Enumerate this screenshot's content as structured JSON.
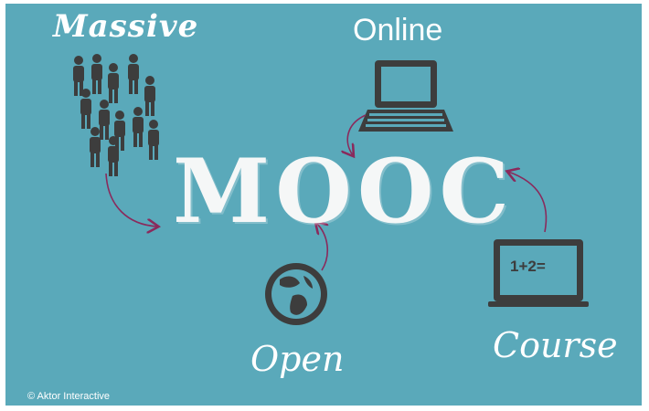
{
  "labels": {
    "massive": "Massive",
    "online": "Online",
    "open": "Open",
    "course": "Course"
  },
  "center_title": "MOOC",
  "screen_text": "1+2=",
  "copyright": "© Aktor Interactive",
  "colors": {
    "background": "#5aa9ba",
    "icon": "#3d3d3d",
    "arrow": "#8a2a5c",
    "text": "#ffffff"
  },
  "icons": [
    "people-crowd-icon",
    "laptop-icon",
    "globe-icon",
    "chalkboard-icon"
  ]
}
